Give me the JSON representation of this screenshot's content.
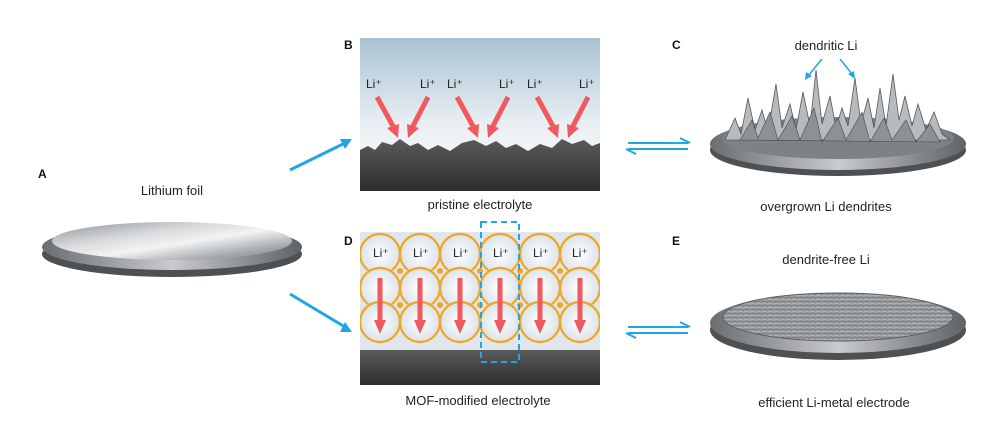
{
  "panels": {
    "A": {
      "letter": "A",
      "caption": "Lithium foil"
    },
    "B": {
      "letter": "B",
      "caption": "pristine electrolyte",
      "ion_label": "Li⁺"
    },
    "C": {
      "letter": "C",
      "top_label": "dendritic Li",
      "caption": "overgrown Li  dendrites"
    },
    "D": {
      "letter": "D",
      "caption": "MOF-modified electrolyte",
      "ion_label": "Li⁺"
    },
    "E": {
      "letter": "E",
      "top_label": "dendrite-free Li",
      "caption": "efficient Li-metal electrode"
    }
  },
  "colors": {
    "arrow_blue": "#1ea7e4",
    "ion_arrow": "#ef5a5e",
    "mof_frame": "#f2a51f",
    "deposit": "#4a4a4a"
  }
}
